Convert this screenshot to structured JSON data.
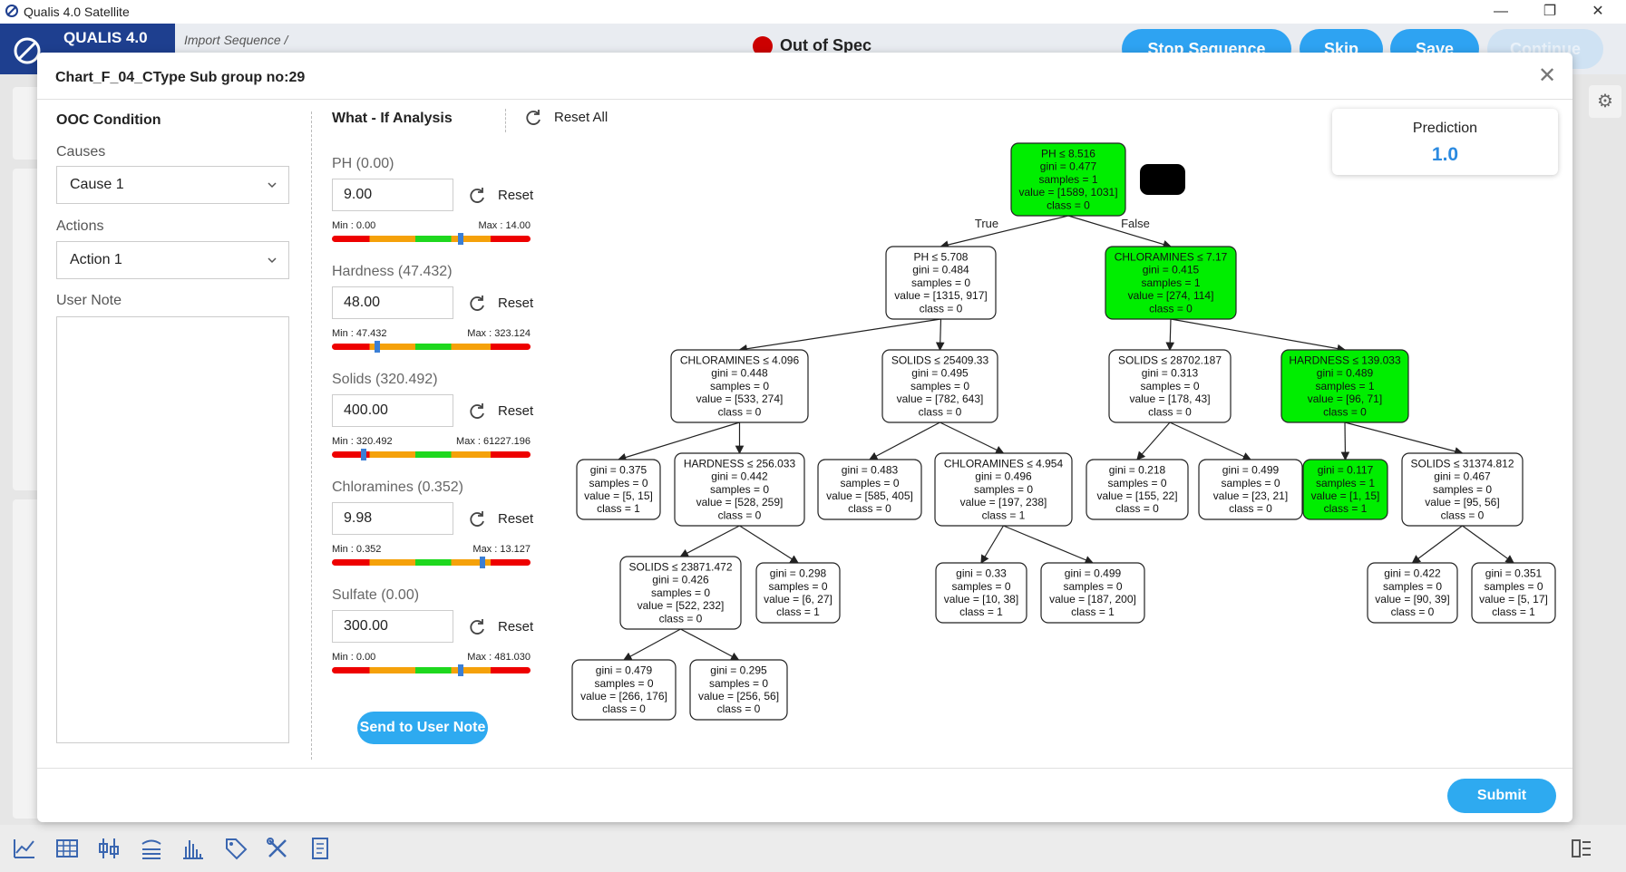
{
  "window": {
    "title": "Qualis 4.0 Satellite",
    "minimize": "—",
    "restore": "❐",
    "close": "✕"
  },
  "appbar": {
    "brand": "QUALIS 4.0",
    "breadcrumb": "Import Sequence /",
    "status": "Out of Spec",
    "status_color": "#cc0000",
    "buttons": [
      "Stop Sequence",
      "Skip",
      "Save",
      "Continue"
    ]
  },
  "modal": {
    "title": "Chart_F_04_CType  Sub group no:29",
    "close": "✕",
    "ooc": {
      "heading": "OOC Condition",
      "causes_label": "Causes",
      "cause_value": "Cause 1",
      "actions_label": "Actions",
      "action_value": "Action 1",
      "note_label": "User Note"
    },
    "whatif": {
      "heading": "What - If Analysis",
      "reset_all": "Reset All",
      "reset_label": "Reset",
      "send_button": "Send to User Note",
      "params": [
        {
          "label": "PH (0.00)",
          "value": "9.00",
          "min": "Min : 0.00",
          "max": "Max : 14.00",
          "position": 0.65
        },
        {
          "label": "Hardness (47.432)",
          "value": "48.00",
          "min": "Min : 47.432",
          "max": "Max : 323.124",
          "position": 0.23
        },
        {
          "label": "Solids (320.492)",
          "value": "400.00",
          "min": "Min : 320.492",
          "max": "Max : 61227.196",
          "position": 0.16
        },
        {
          "label": "Chloramines (0.352)",
          "value": "9.98",
          "min": "Min : 0.352",
          "max": "Max : 13.127",
          "position": 0.76
        },
        {
          "label": "Sulfate (0.00)",
          "value": "300.00",
          "min": "Min : 0.00",
          "max": "Max : 481.030",
          "position": 0.65
        }
      ]
    },
    "prediction": {
      "label": "Prediction",
      "value": "1.0"
    },
    "submit": "Submit",
    "tree": {
      "edge_true": "True",
      "edge_false": "False",
      "highlight_color": "#00ee00",
      "nodes": [
        {
          "id": "n0",
          "lines": [
            "PH ≤ 8.516",
            "gini = 0.477",
            "samples = 1",
            "value = [1589, 1031]",
            "class = 0"
          ],
          "hl": true
        },
        {
          "id": "n1",
          "lines": [
            "PH ≤ 5.708",
            "gini = 0.484",
            "samples = 0",
            "value = [1315, 917]",
            "class = 0"
          ],
          "hl": false
        },
        {
          "id": "n2",
          "lines": [
            "CHLORAMINES ≤ 7.17",
            "gini = 0.415",
            "samples = 1",
            "value = [274, 114]",
            "class = 0"
          ],
          "hl": true
        },
        {
          "id": "n3",
          "lines": [
            "CHLORAMINES ≤ 4.096",
            "gini = 0.448",
            "samples = 0",
            "value = [533, 274]",
            "class = 0"
          ],
          "hl": false
        },
        {
          "id": "n4",
          "lines": [
            "SOLIDS ≤ 25409.33",
            "gini = 0.495",
            "samples = 0",
            "value = [782, 643]",
            "class = 0"
          ],
          "hl": false
        },
        {
          "id": "n5",
          "lines": [
            "SOLIDS ≤ 28702.187",
            "gini = 0.313",
            "samples = 0",
            "value = [178, 43]",
            "class = 0"
          ],
          "hl": false
        },
        {
          "id": "n6",
          "lines": [
            "HARDNESS ≤ 139.033",
            "gini = 0.489",
            "samples = 1",
            "value = [96, 71]",
            "class = 0"
          ],
          "hl": true
        },
        {
          "id": "n7",
          "lines": [
            "gini = 0.375",
            "samples = 0",
            "value = [5, 15]",
            "class = 1"
          ],
          "hl": false
        },
        {
          "id": "n8",
          "lines": [
            "HARDNESS ≤ 256.033",
            "gini = 0.442",
            "samples = 0",
            "value = [528, 259]",
            "class = 0"
          ],
          "hl": false
        },
        {
          "id": "n9",
          "lines": [
            "gini = 0.483",
            "samples = 0",
            "value = [585, 405]",
            "class = 0"
          ],
          "hl": false
        },
        {
          "id": "n10",
          "lines": [
            "CHLORAMINES ≤ 4.954",
            "gini = 0.496",
            "samples = 0",
            "value = [197, 238]",
            "class = 1"
          ],
          "hl": false
        },
        {
          "id": "n11",
          "lines": [
            "gini = 0.218",
            "samples = 0",
            "value = [155, 22]",
            "class = 0"
          ],
          "hl": false
        },
        {
          "id": "n12",
          "lines": [
            "gini = 0.499",
            "samples = 0",
            "value = [23, 21]",
            "class = 0"
          ],
          "hl": false
        },
        {
          "id": "n13",
          "lines": [
            "gini = 0.117",
            "samples = 1",
            "value = [1, 15]",
            "class = 1"
          ],
          "hl": true
        },
        {
          "id": "n14",
          "lines": [
            "SOLIDS ≤ 31374.812",
            "gini = 0.467",
            "samples = 0",
            "value = [95, 56]",
            "class = 0"
          ],
          "hl": false
        },
        {
          "id": "n15",
          "lines": [
            "SOLIDS ≤ 23871.472",
            "gini = 0.426",
            "samples = 0",
            "value = [522, 232]",
            "class = 0"
          ],
          "hl": false
        },
        {
          "id": "n16",
          "lines": [
            "gini = 0.298",
            "samples = 0",
            "value = [6, 27]",
            "class = 1"
          ],
          "hl": false
        },
        {
          "id": "n17",
          "lines": [
            "gini = 0.33",
            "samples = 0",
            "value = [10, 38]",
            "class = 1"
          ],
          "hl": false
        },
        {
          "id": "n18",
          "lines": [
            "gini = 0.499",
            "samples = 0",
            "value = [187, 200]",
            "class = 1"
          ],
          "hl": false
        },
        {
          "id": "n19",
          "lines": [
            "gini = 0.422",
            "samples = 0",
            "value = [90, 39]",
            "class = 0"
          ],
          "hl": false
        },
        {
          "id": "n20",
          "lines": [
            "gini = 0.351",
            "samples = 0",
            "value = [5, 17]",
            "class = 1"
          ],
          "hl": false
        },
        {
          "id": "n21",
          "lines": [
            "gini = 0.479",
            "samples = 0",
            "value = [266, 176]",
            "class = 0"
          ],
          "hl": false
        },
        {
          "id": "n22",
          "lines": [
            "gini = 0.295",
            "samples = 0",
            "value = [256, 56]",
            "class = 0"
          ],
          "hl": false
        }
      ],
      "edges": [
        [
          "n0",
          "n1"
        ],
        [
          "n0",
          "n2"
        ],
        [
          "n1",
          "n3"
        ],
        [
          "n1",
          "n4"
        ],
        [
          "n2",
          "n5"
        ],
        [
          "n2",
          "n6"
        ],
        [
          "n3",
          "n7"
        ],
        [
          "n3",
          "n8"
        ],
        [
          "n4",
          "n9"
        ],
        [
          "n4",
          "n10"
        ],
        [
          "n5",
          "n11"
        ],
        [
          "n5",
          "n12"
        ],
        [
          "n6",
          "n13"
        ],
        [
          "n6",
          "n14"
        ],
        [
          "n8",
          "n15"
        ],
        [
          "n8",
          "n16"
        ],
        [
          "n10",
          "n17"
        ],
        [
          "n10",
          "n18"
        ],
        [
          "n14",
          "n19"
        ],
        [
          "n14",
          "n20"
        ],
        [
          "n15",
          "n21"
        ],
        [
          "n15",
          "n22"
        ]
      ]
    }
  },
  "icons": {
    "bottom_bar": [
      "line-chart-icon",
      "table-icon",
      "box-plot-icon",
      "stack-icon",
      "histogram-icon",
      "tag-icon",
      "tools-icon",
      "document-icon"
    ],
    "right_layout": "layout-icon"
  }
}
